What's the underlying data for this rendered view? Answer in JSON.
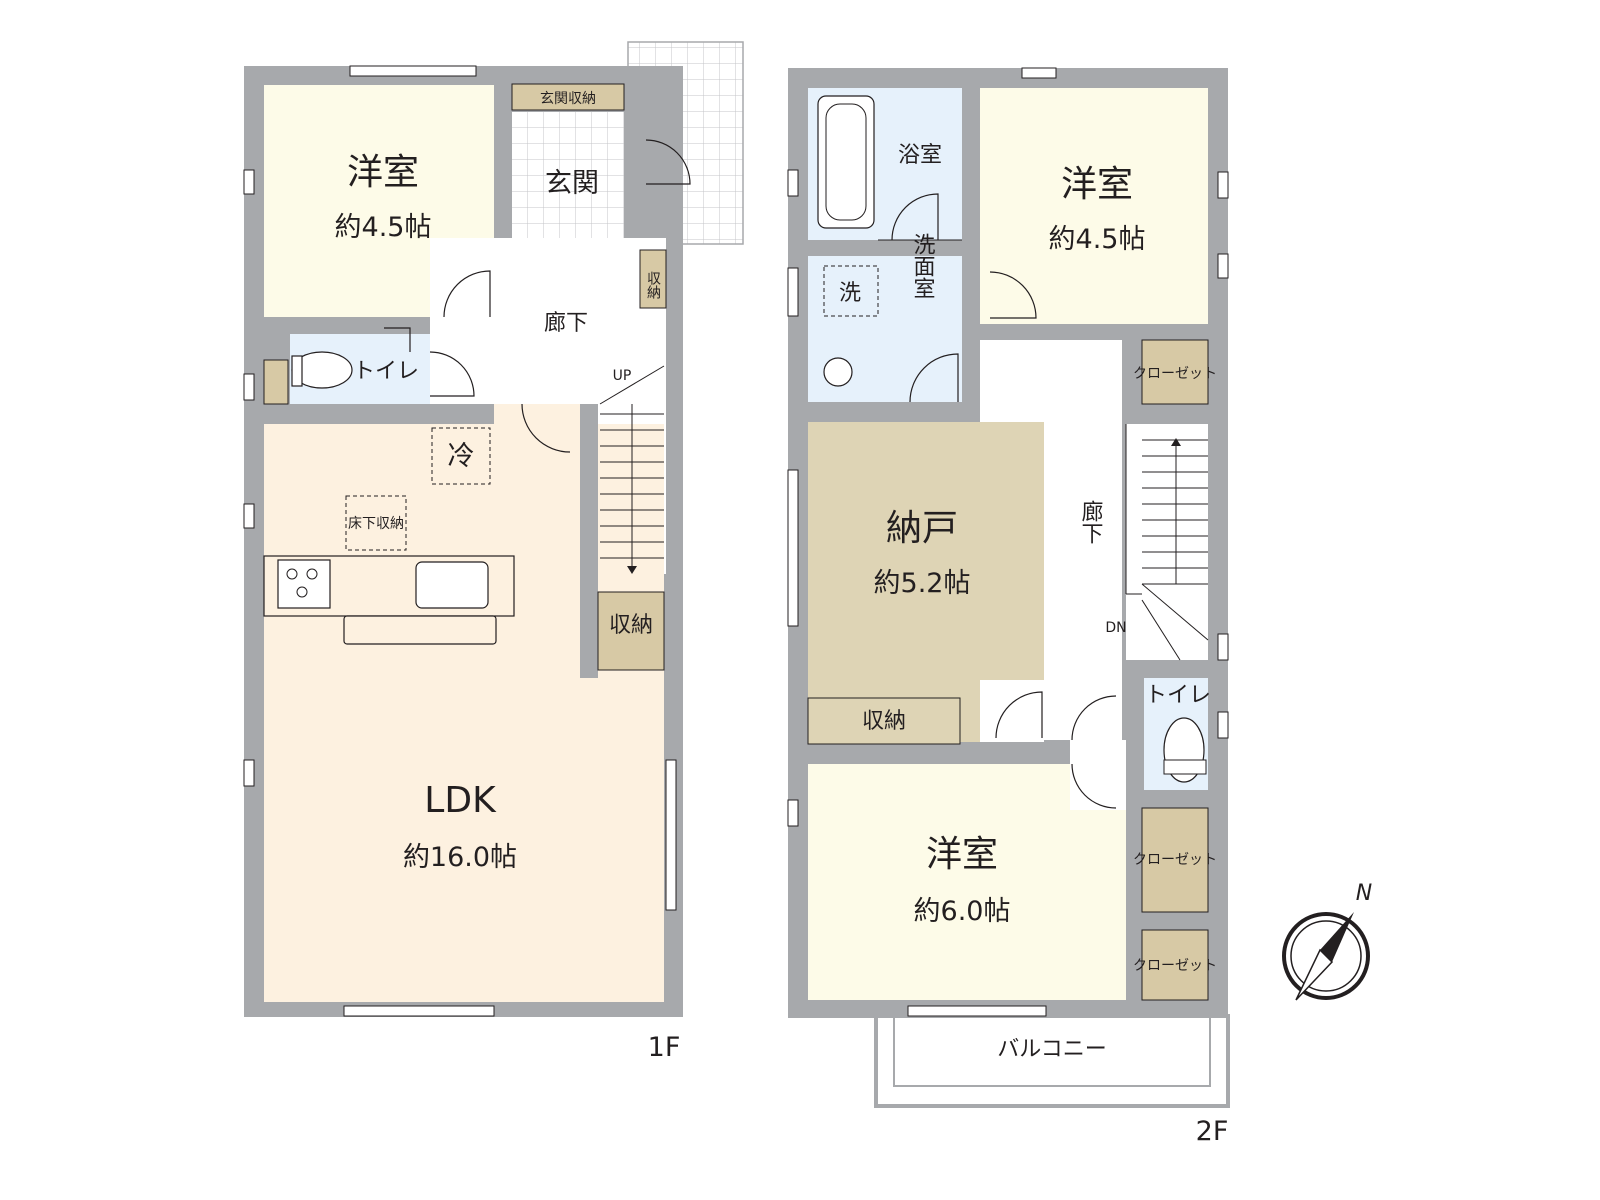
{
  "floor1": {
    "label": "1F",
    "room_western": "洋室",
    "area_western": "約4.5帖",
    "entrance": "玄関",
    "entrance_storage": "玄関収納",
    "hallway": "廊下",
    "storage_small": "収納",
    "toilet": "トイレ",
    "up": "UP",
    "fridge": "冷",
    "underfloor_storage": "床下収納",
    "storage": "収納",
    "ldk": "LDK",
    "area_ldk": "約16.0帖"
  },
  "floor2": {
    "label": "2F",
    "bath": "浴室",
    "washer": "洗",
    "washroom": "洗面室",
    "room_western_a": "洋室",
    "area_western_a": "約4.5帖",
    "closet_a": "クローゼット",
    "nando": "納戸",
    "area_nando": "約5.2帖",
    "hallway": "廊下",
    "down": "DN",
    "storage": "収納",
    "toilet": "トイレ",
    "room_western_b": "洋室",
    "area_western_b": "約6.0帖",
    "closet_b": "クローゼット",
    "closet_c": "クローゼット",
    "balcony": "バルコニー"
  },
  "compass": {
    "north": "N"
  },
  "colors": {
    "wall": "#a7a9ac",
    "western_floor": "#fdfbe8",
    "ldk_floor": "#fdf1e0",
    "storage_fill": "#d7c9a5",
    "nando_fill": "#ded4b5",
    "wet_area": "#e6f1fb",
    "tile": "#ffffff",
    "line": "#231f20"
  }
}
